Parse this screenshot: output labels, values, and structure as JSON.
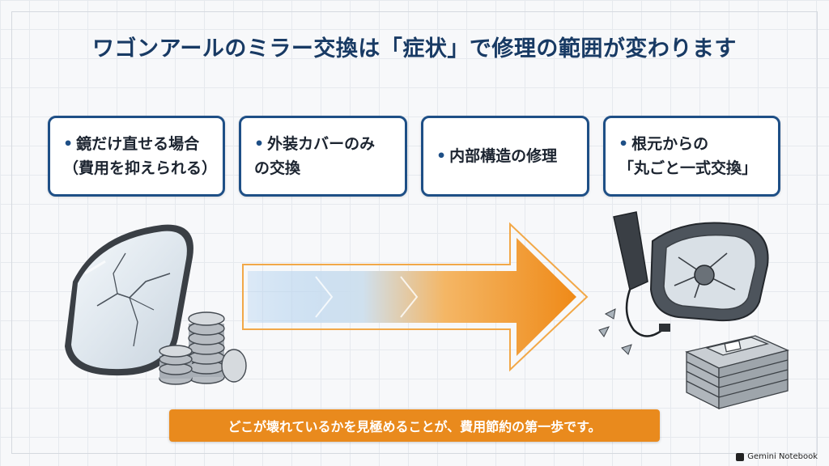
{
  "title": "ワゴンアールのミラー交換は「症状」で修理の範囲が変わります",
  "stages": [
    {
      "bullet": "•",
      "text": "鏡だけ直せる場合\n（費用を抑えられる）"
    },
    {
      "bullet": "•",
      "text": "外装カバーのみ\nの交換"
    },
    {
      "bullet": "•",
      "text": "内部構造の修理"
    },
    {
      "bullet": "•",
      "text": "根元からの\n「丸ごと一式交換」"
    }
  ],
  "footer_banner": "どこが壊れているかを見極めることが、費用節約の第一歩です。",
  "watermark": "Gemini Notebook",
  "colors": {
    "title": "#183a64",
    "box_border": "#1e4f86",
    "banner": "#e98a1d",
    "arrow_start": "#a9cdef",
    "arrow_end": "#ef8a18"
  },
  "icons": [
    "cracked-mirror-glass-icon",
    "coin-stack-icon",
    "gradient-arrow-icon",
    "broken-side-mirror-icon",
    "banknote-stack-icon"
  ]
}
